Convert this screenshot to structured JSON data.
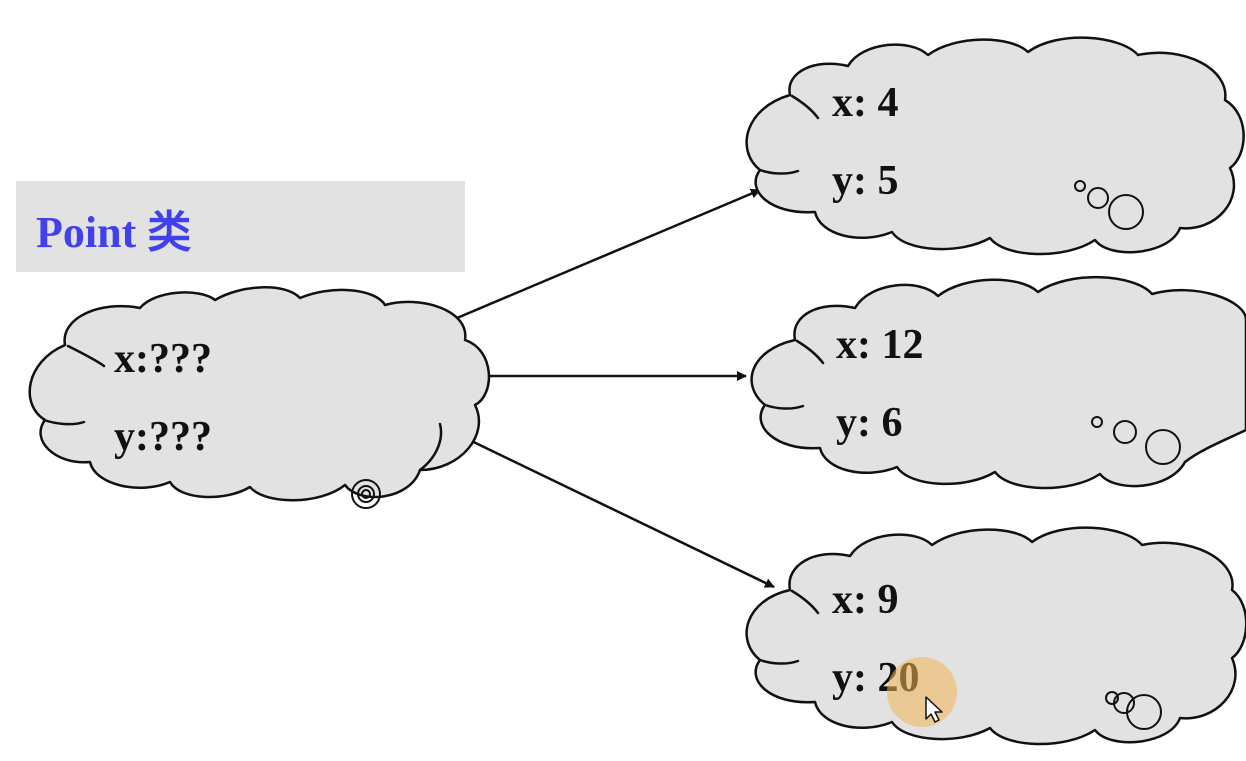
{
  "title": {
    "text": "Point 类",
    "text_color": "#4040ec",
    "background": "#e2e2e2"
  },
  "class_cloud": {
    "x_label": "x:???",
    "y_label": "y:???"
  },
  "instances": [
    {
      "x_label": "x: 4",
      "y_label": "y: 5"
    },
    {
      "x_label": "x: 12",
      "y_label": "y: 6"
    },
    {
      "x_label": "x: 9",
      "y_label": "y: 20"
    }
  ],
  "cursor": {
    "highlight_color": "#f0b456",
    "icon": "mouse-pointer-icon"
  },
  "colors": {
    "cloud_fill": "#e2e2e2",
    "stroke": "#111111"
  }
}
